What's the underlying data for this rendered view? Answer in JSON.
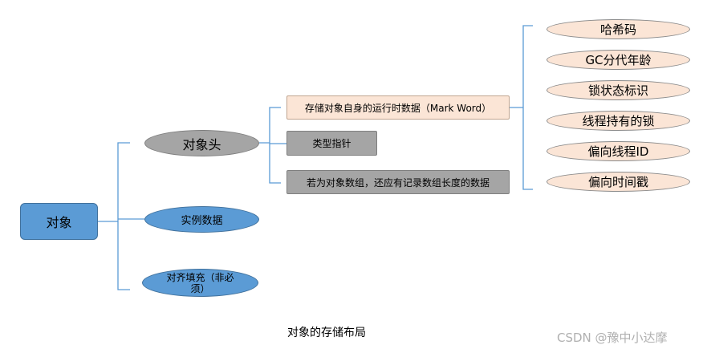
{
  "root": {
    "label": "对象"
  },
  "level1": [
    {
      "label": "对象头"
    },
    {
      "label": "实例数据"
    },
    {
      "label": "对齐填充（非必须）"
    }
  ],
  "level2": [
    {
      "label": "存储对象自身的运行时数据（Mark Word）"
    },
    {
      "label": "类型指针"
    },
    {
      "label": "若为对象数组，还应有记录数组长度的数据"
    }
  ],
  "level3": [
    {
      "label": "哈希码"
    },
    {
      "label": "GC分代年龄"
    },
    {
      "label": "锁状态标识"
    },
    {
      "label": "线程持有的锁"
    },
    {
      "label": "偏向线程ID"
    },
    {
      "label": "偏向时间戳"
    }
  ],
  "caption": "对象的存储布局",
  "watermark": "CSDN @豫中小达摩",
  "colors": {
    "root_fill": "#5b9bd5",
    "gray_fill": "#a5a5a5",
    "peach_fill": "#fbe5d6",
    "connector": "#5b9bd5"
  }
}
